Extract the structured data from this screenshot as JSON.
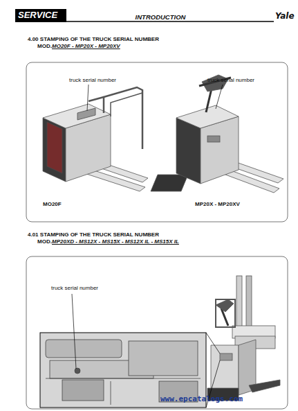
{
  "diagram": {
    "title": "INTRODUCTION",
    "labels": [
      "SERVICE",
      "Yale",
      "4.00 STAMPING OF THE TRUCK SERIAL NUMBER",
      "MOD.",
      "MO20F - MP20X - MP20XV",
      "truck serial number",
      "truck serial number",
      "MO20F",
      "MP20X - MP20XV",
      "4.01 STAMPING OF THE TRUCK SERIAL NUMBER",
      "MOD.",
      "MP20XD - MS12X - MS15X - MS12X IL - MS15X IL",
      "truck serial number",
      "www.epcatalogs.com"
    ]
  }
}
